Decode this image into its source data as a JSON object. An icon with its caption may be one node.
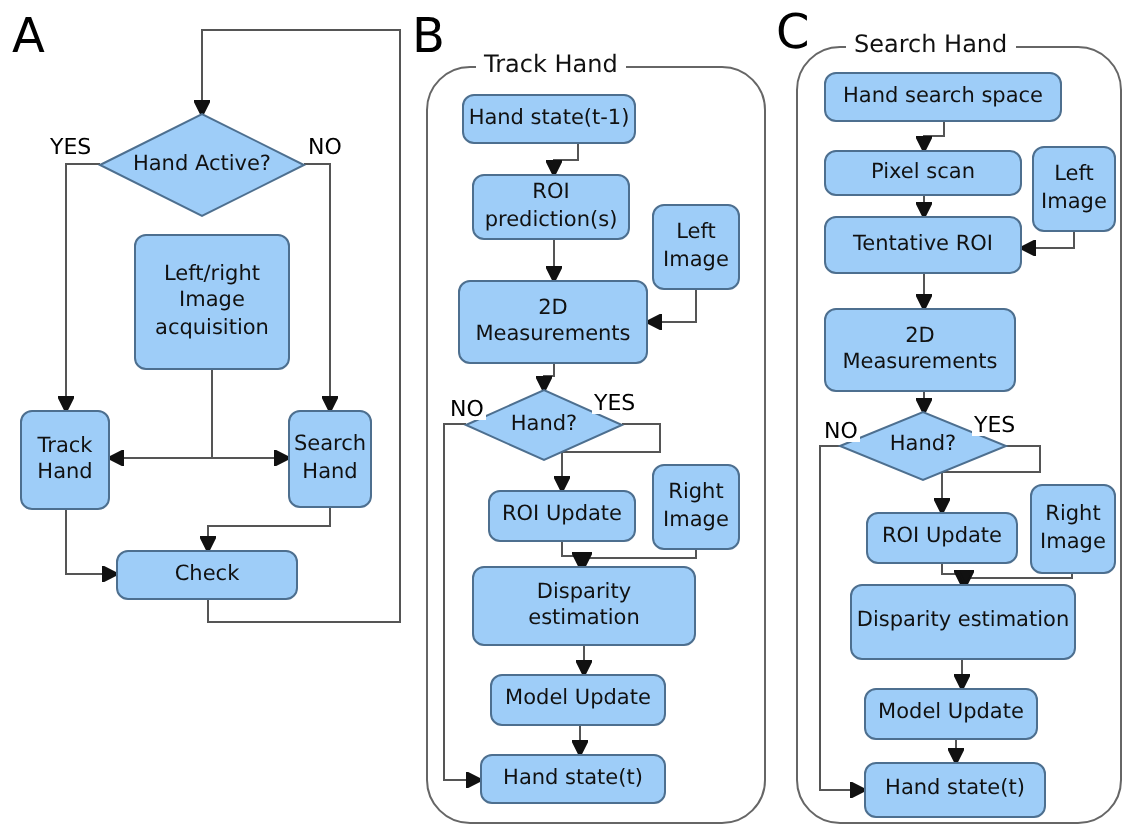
{
  "diagram": {
    "nodes": [
      {
        "text": [
          "Hand Active?"
        ]
      },
      {
        "text": [
          "Left/right Image acquisition"
        ]
      },
      {
        "text": [
          "Track Hand"
        ]
      },
      {
        "text": [
          "Search Hand"
        ]
      },
      {
        "text": [
          "Check"
        ]
      },
      {
        "text": [
          "Track Hand"
        ]
      },
      {
        "text": [
          "Hand state(t-1)"
        ],
        "in": 5
      },
      {
        "text": [
          "ROI prediction(s)"
        ],
        "in": 5
      },
      {
        "text": [
          "Left Image"
        ],
        "in": 5
      },
      {
        "text": [
          "2D Measurements"
        ],
        "in": 5
      },
      {
        "text": [
          "Hand?"
        ],
        "in": 5
      },
      {
        "text": [
          "ROI Update"
        ],
        "in": 5
      },
      {
        "text": [
          "Right Image"
        ],
        "in": 5
      },
      {
        "text": [
          "Disparity estimation"
        ],
        "in": 5
      },
      {
        "text": [
          "Model Update"
        ],
        "in": 5
      },
      {
        "text": [
          "Hand state(t)"
        ],
        "in": 5
      },
      {
        "text": [
          "Search Hand"
        ]
      },
      {
        "text": [
          "Hand search space"
        ],
        "in": 16
      },
      {
        "text": [
          "Pixel scan"
        ],
        "in": 16
      },
      {
        "text": [
          "Left Image"
        ],
        "in": 16
      },
      {
        "text": [
          "Tentative ROI"
        ],
        "in": 16
      },
      {
        "text": [
          "2D Measurements"
        ],
        "in": 16
      },
      {
        "text": [
          "Hand?"
        ],
        "in": 16
      },
      {
        "text": [
          "ROI Update"
        ],
        "in": 16
      },
      {
        "text": [
          "Right Image"
        ],
        "in": 16
      },
      {
        "text": [
          "Disparity estimation"
        ],
        "in": 16
      },
      {
        "text": [
          "Model Update"
        ],
        "in": 16
      },
      {
        "text": [
          "Hand state(t)"
        ],
        "in": 16
      }
    ],
    "edges": [
      {
        "from": 0,
        "to": 2,
        "arrow": "to",
        "label": "YES"
      },
      {
        "from": 0,
        "to": 3,
        "arrow": "to",
        "label": "NO"
      },
      {
        "from": 1,
        "to": 2,
        "arrow": "to"
      },
      {
        "from": 1,
        "to": 3,
        "arrow": "to"
      },
      {
        "from": 2,
        "to": 4,
        "arrow": "to"
      },
      {
        "from": 3,
        "to": 4,
        "arrow": "to"
      },
      {
        "from": 4,
        "to": 0,
        "arrow": "to"
      },
      {
        "from": 6,
        "to": 7,
        "arrow": "to"
      },
      {
        "from": 7,
        "to": 9,
        "arrow": "to"
      },
      {
        "from": 8,
        "to": 9,
        "arrow": "to"
      },
      {
        "from": 9,
        "to": 10,
        "arrow": "to"
      },
      {
        "from": 10,
        "to": 11,
        "arrow": "to",
        "label": "YES"
      },
      {
        "from": 10,
        "to": 15,
        "arrow": "to",
        "label": "NO"
      },
      {
        "from": 11,
        "to": 13,
        "arrow": "to"
      },
      {
        "from": 12,
        "to": 13,
        "arrow": "to"
      },
      {
        "from": 13,
        "to": 14,
        "arrow": "to"
      },
      {
        "from": 14,
        "to": 15,
        "arrow": "to"
      },
      {
        "from": 17,
        "to": 18,
        "arrow": "to"
      },
      {
        "from": 18,
        "to": 20,
        "arrow": "to"
      },
      {
        "from": 19,
        "to": 20,
        "arrow": "to"
      },
      {
        "from": 20,
        "to": 21,
        "arrow": "to"
      },
      {
        "from": 21,
        "to": 22,
        "arrow": "to"
      },
      {
        "from": 22,
        "to": 23,
        "arrow": "to",
        "label": "YES"
      },
      {
        "from": 22,
        "to": 27,
        "arrow": "to",
        "label": "NO"
      },
      {
        "from": 23,
        "to": 25,
        "arrow": "to"
      },
      {
        "from": 24,
        "to": 25,
        "arrow": "to"
      },
      {
        "from": 25,
        "to": 26,
        "arrow": "to"
      },
      {
        "from": 26,
        "to": 27,
        "arrow": "to"
      }
    ],
    "labels": [
      "A",
      "B",
      "C"
    ]
  }
}
